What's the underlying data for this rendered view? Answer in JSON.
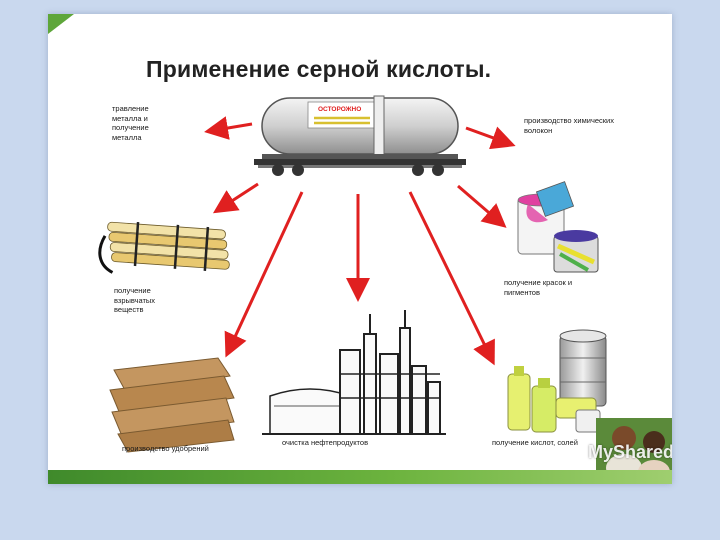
{
  "title": "Применение серной кислоты.",
  "tank": {
    "warning": "ОСТОРОЖНО"
  },
  "labels": {
    "metal": "травление металла и получение металла",
    "fibers": "производство химических волокон",
    "explosives": "получение взрывчатых веществ",
    "paints": "получение красок и пигментов",
    "fertilizers": "производство удобрений",
    "oil": "очистка нефтепродуктов",
    "acids": "получение кислот, солей"
  },
  "watermark": {
    "text": "MyShared"
  },
  "colors": {
    "arrow": "#e02020",
    "accent": "#5ea63a"
  }
}
